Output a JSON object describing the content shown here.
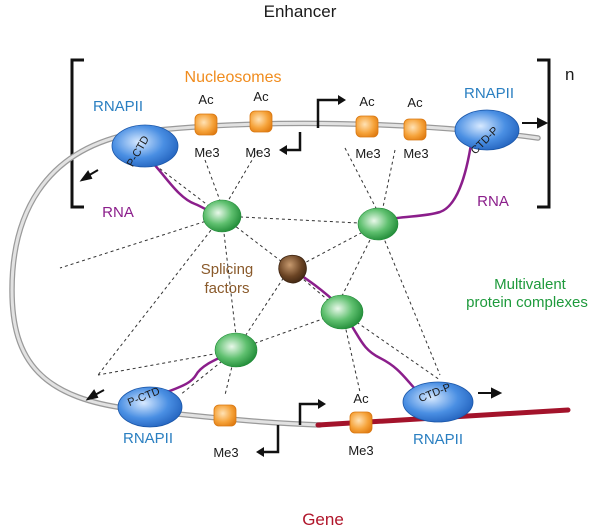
{
  "labels": {
    "enhancer": "Enhancer",
    "gene": "Gene",
    "nucleosomes": "Nucleosomes",
    "rna_left": "RNA",
    "rna_right": "RNA",
    "splicing_1": "Splicing",
    "splicing_2": "factors",
    "multivalent_1": "Multivalent",
    "multivalent_2": "protein complexes",
    "bracket_n": "n",
    "rnapii_tl": "RNAPII",
    "rnapii_tr": "RNAPII",
    "rnapii_bl": "RNAPII",
    "rnapii_br": "RNAPII",
    "ctd_tl": "P-CTD",
    "ctd_tr": "CTD-P",
    "ctd_bl": "P-CTD",
    "ctd_br": "CTD-P",
    "ac_1": "Ac",
    "ac_2": "Ac",
    "ac_3": "Ac",
    "ac_4": "Ac",
    "ac_5": "Ac",
    "me3_1": "Me3",
    "me3_2": "Me3",
    "me3_3": "Me3",
    "me3_4": "Me3",
    "me3_5": "Me3",
    "me3_6": "Me3"
  },
  "colors": {
    "dna": "#c8c8c8",
    "gene_dna": "#a3132b",
    "nucleosome": "#f39a2b",
    "rnapii": "#3b7fd6",
    "rna": "#8b1e8b",
    "complex": "#2ea34a",
    "splicing": "#5a3a1e"
  }
}
